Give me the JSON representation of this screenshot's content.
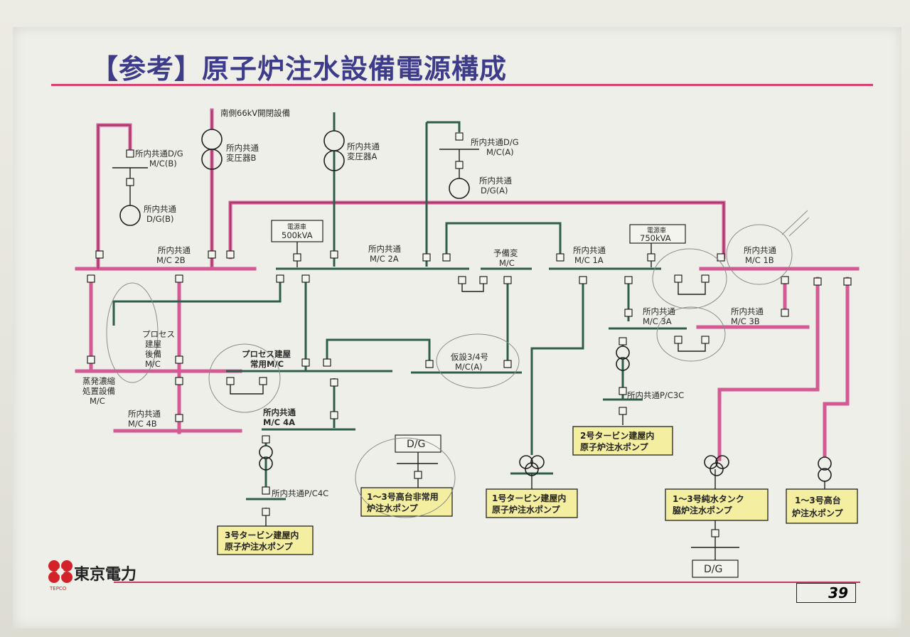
{
  "title": "【参考】原子炉注水設備電源構成",
  "page_number": "39",
  "company": "東京電力",
  "logo_caption": "TEPCO",
  "colors": {
    "title": "#3d3c8a",
    "pink_line": "#d35a93",
    "green_line": "#3c6a58",
    "box_fill": "#f4efa0",
    "rule": "#d8406e"
  },
  "labels": {
    "south_66kv": "南側66kV開閉設備",
    "tr_b_1": "所内共通",
    "tr_b_2": "変圧器B",
    "tr_a_1": "所内共通",
    "tr_a_2": "変圧器A",
    "mc_gb_1": "所内共通D/G",
    "mc_gb_2": "M/C(B)",
    "dg_b_1": "所内共通",
    "dg_b_2": "D/G(B)",
    "mc_ga_1": "所内共通D/G",
    "mc_ga_2": "M/C(A)",
    "dg_a_1": "所内共通",
    "dg_a_2": "D/G(A)",
    "mc2b_1": "所内共通",
    "mc2b_2": "M/C 2B",
    "mc2a_1": "所内共通",
    "mc2a_2": "M/C 2A",
    "yobi_1": "予備変",
    "yobi_2": "M/C",
    "mc1a_1": "所内共通",
    "mc1a_2": "M/C 1A",
    "mc1b_1": "所内共通",
    "mc1b_2": "M/C 1B",
    "pc500_1": "電源車",
    "pc500_2": "500kVA",
    "pc750_1": "電源車",
    "pc750_2": "750kVA",
    "proc_bk_1": "プロセス",
    "proc_bk_2": "建屋",
    "proc_bk_3": "後備",
    "proc_bk_4": "M/C",
    "evap_1": "蒸発濃縮",
    "evap_2": "処置設備",
    "evap_3": "M/C",
    "proc_mc_1": "プロセス建屋",
    "proc_mc_2": "常用M/C",
    "kasetsu_1": "仮設3/4号",
    "kasetsu_2": "M/C(A)",
    "mc3a_1": "所内共通",
    "mc3a_2": "M/C 3A",
    "mc3b_1": "所内共通",
    "mc3b_2": "M/C 3B",
    "mc4b_1": "所内共通",
    "mc4b_2": "M/C 4B",
    "mc4a_1": "所内共通",
    "mc4a_2": "M/C 4A",
    "pc4c": "所内共通P/C4C",
    "pc3c": "所内共通P/C3C",
    "dg_box": "D/G"
  },
  "pump_boxes": [
    {
      "line1": "3号タービン建屋内",
      "line2": "原子炉注水ポンプ"
    },
    {
      "line1": "1～3号高台非常用",
      "line2": "炉注水ポンプ"
    },
    {
      "line1": "1号タービン建屋内",
      "line2": "原子炉注水ポンプ"
    },
    {
      "line1": "2号タービン建屋内",
      "line2": "原子炉注水ポンプ"
    },
    {
      "line1": "1～3号純水タンク",
      "line2": "脇炉注水ポンプ"
    },
    {
      "line1": "1～3号高台",
      "line2": "炉注水ポンプ"
    }
  ]
}
